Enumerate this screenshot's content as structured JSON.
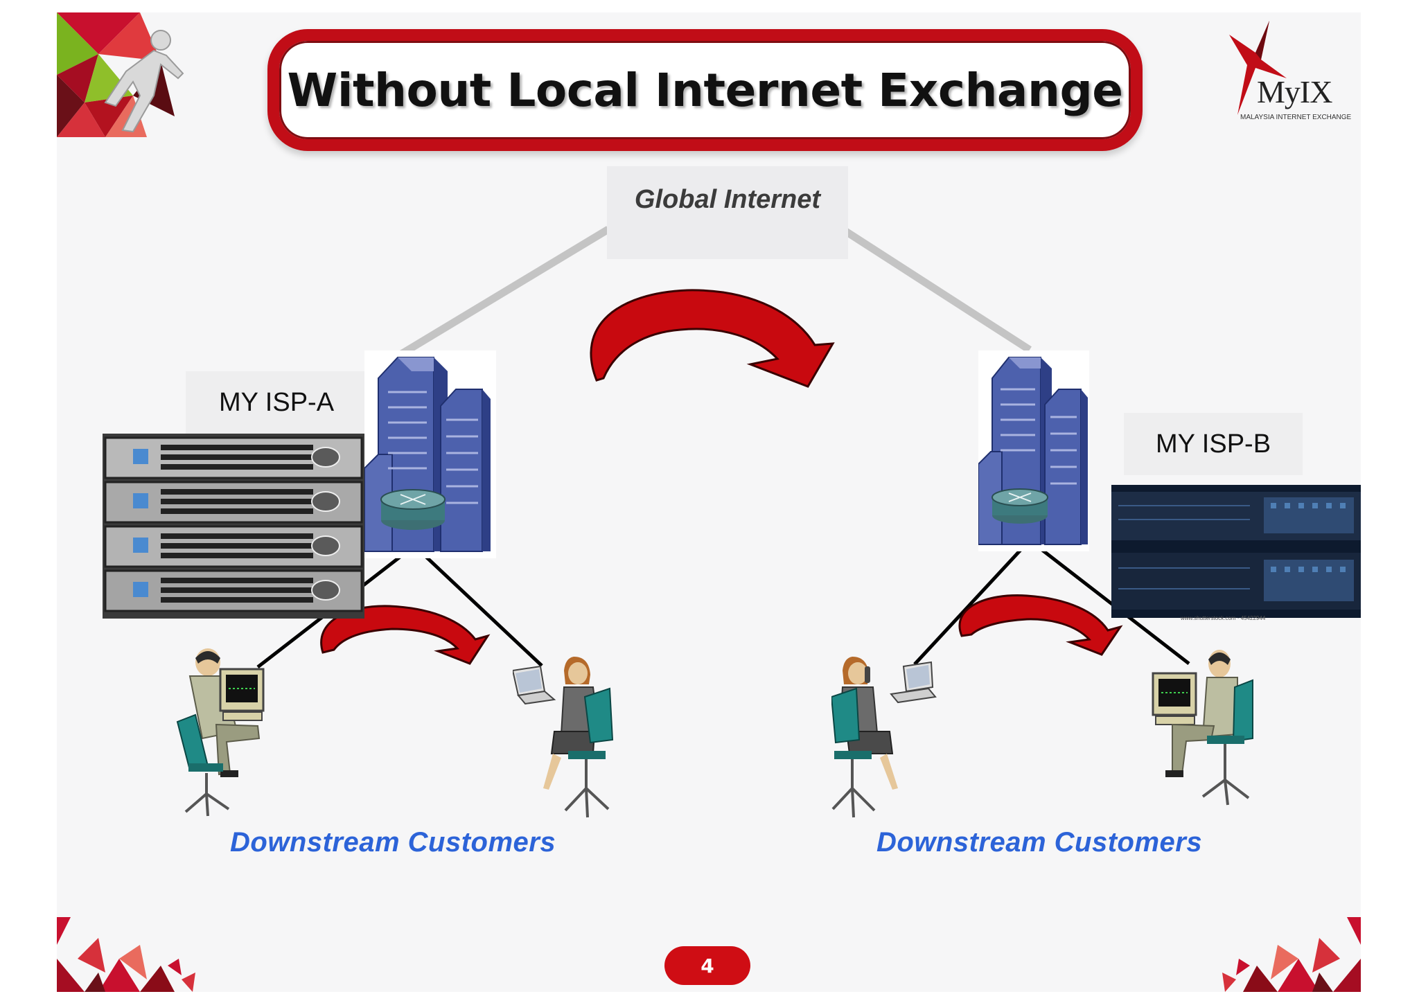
{
  "slide": {
    "title": "Without Local Internet Exchange",
    "page_number": "4"
  },
  "logo": {
    "wordmark": "MyIX",
    "subtitle": "MALAYSIA INTERNET EXCHANGE"
  },
  "nodes": {
    "global": "Global Internet",
    "isp_a": "MY ISP-A",
    "isp_b": "MY ISP-B"
  },
  "customers": {
    "left_label": "Downstream  Customers",
    "right_label": "Downstream  Customers"
  },
  "stock_photo_caption": "www.shutterstock.com · 45422944",
  "colors": {
    "accent_red": "#c10d17",
    "arrow_red": "#c8090f",
    "customers_blue": "#2c63d8",
    "building_blue": "#5b6db5",
    "link_gray": "#c4c4c4"
  }
}
